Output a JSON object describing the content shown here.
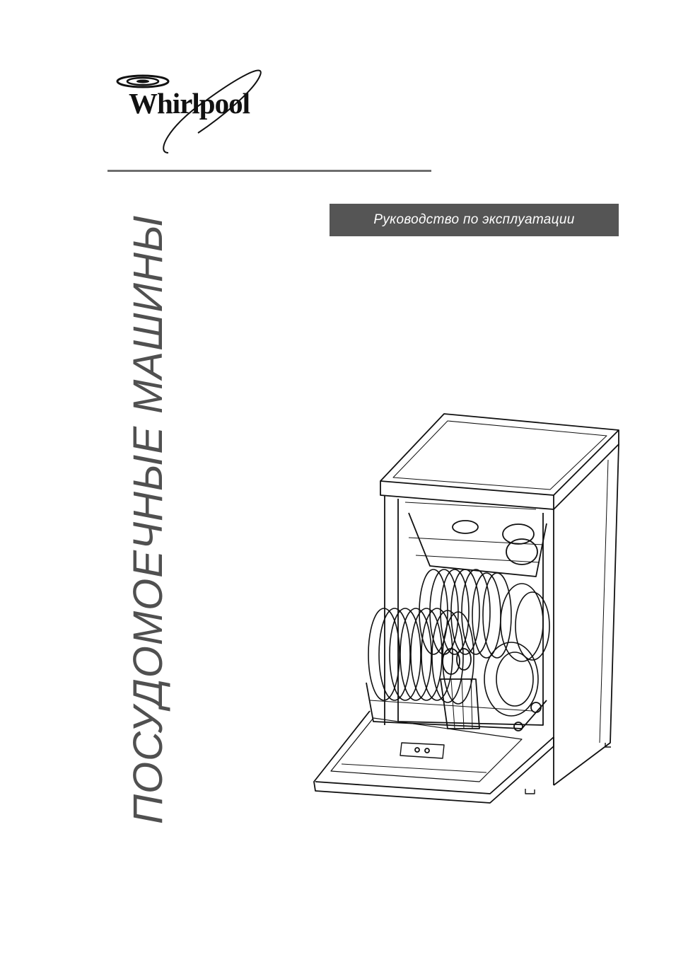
{
  "brand": {
    "name": "Whirlpool",
    "logo_icon": "whirlpool-swirl-icon"
  },
  "document": {
    "subtitle": "Руководство по эксплуатации",
    "title": "ПОСУДОМОЕЧНЫЕ МАШИНЫ"
  },
  "illustration": {
    "icon": "dishwasher-icon",
    "accent_color": "#555555",
    "divider_color": "#6e6e6e"
  }
}
